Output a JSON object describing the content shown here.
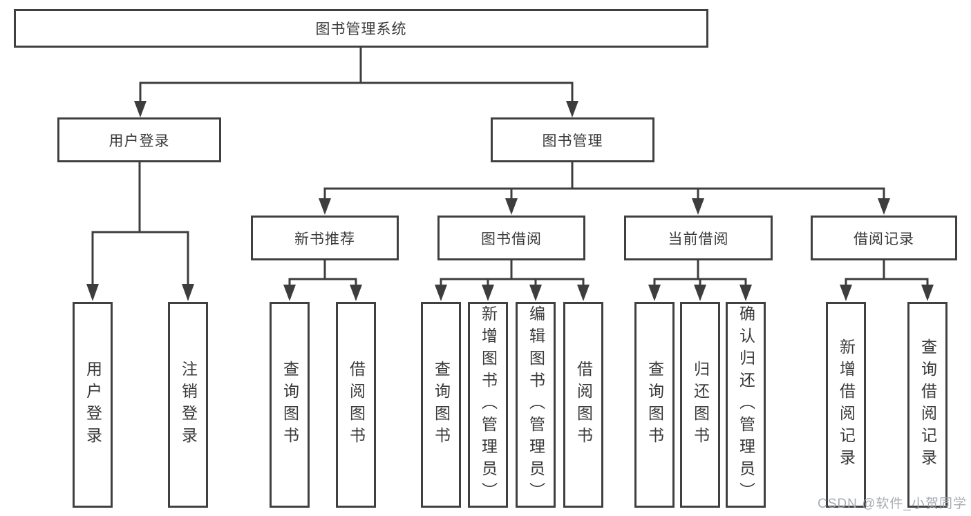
{
  "diagram": {
    "type": "hierarchy-flowchart",
    "colors": {
      "line": "#3d3d3d",
      "box_border": "#404040",
      "text": "#3a3a3a",
      "background": "#ffffff",
      "watermark": "#9ea5ac"
    },
    "root": {
      "label": "图书管理系统",
      "children": [
        {
          "label": "用户登录",
          "children": [
            {
              "label": "用户登录"
            },
            {
              "label": "注销登录"
            }
          ]
        },
        {
          "label": "图书管理",
          "children": [
            {
              "label": "新书推荐",
              "children": [
                {
                  "label": "查询图书"
                },
                {
                  "label": "借阅图书"
                }
              ]
            },
            {
              "label": "图书借阅",
              "children": [
                {
                  "label": "查询图书"
                },
                {
                  "label": "新增图书（管理员）"
                },
                {
                  "label": "编辑图书（管理员）"
                },
                {
                  "label": "借阅图书"
                }
              ]
            },
            {
              "label": "当前借阅",
              "children": [
                {
                  "label": "查询图书"
                },
                {
                  "label": "归还图书"
                },
                {
                  "label": "确认归还（管理员）"
                }
              ]
            },
            {
              "label": "借阅记录",
              "children": [
                {
                  "label": "新增借阅记录"
                },
                {
                  "label": "查询借阅记录"
                }
              ]
            }
          ]
        }
      ]
    }
  },
  "watermark": {
    "text": "CSDN @软件_小贺同学"
  }
}
